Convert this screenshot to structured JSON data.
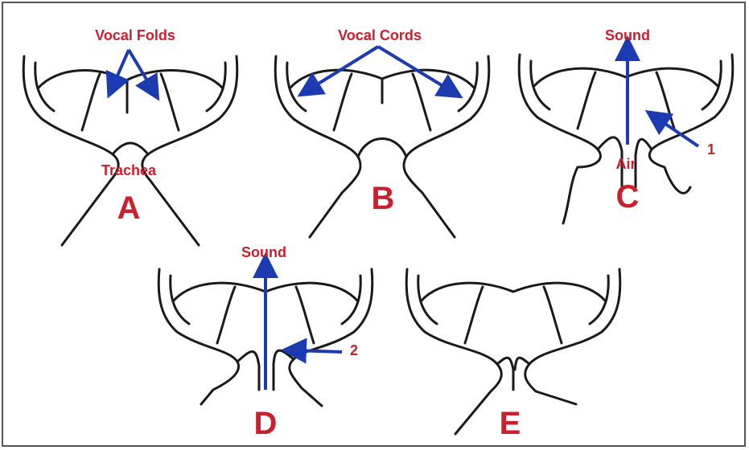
{
  "colors": {
    "label": "#c8202c",
    "arrow": "#1c3bb0",
    "outline": "#1a1a1a"
  },
  "panels": [
    {
      "letter": "A",
      "labels": {
        "top": "Vocal Folds",
        "bottom": "Trachea"
      }
    },
    {
      "letter": "B",
      "labels": {
        "top": "Vocal Cords"
      }
    },
    {
      "letter": "C",
      "labels": {
        "top": "Sound",
        "bottom": "Air",
        "marker": "1"
      }
    },
    {
      "letter": "D",
      "labels": {
        "top": "Sound",
        "marker": "2"
      }
    },
    {
      "letter": "E",
      "labels": {}
    }
  ]
}
